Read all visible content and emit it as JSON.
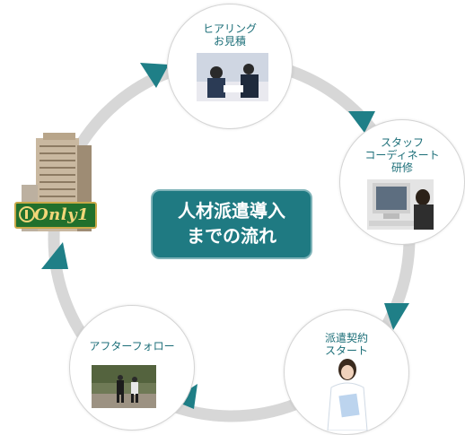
{
  "center_title": {
    "line1": "人材派遣導入",
    "line2": "までの流れ"
  },
  "logo": {
    "text": "Only1"
  },
  "steps": {
    "hearing": {
      "label": "ヒアリング\nお見積"
    },
    "coordinate": {
      "label": "スタッフ\nコーディネート\n研修"
    },
    "contract": {
      "label": "派遣契約\nスタート"
    },
    "aftercare": {
      "label": "アフターフォロー"
    }
  },
  "colors": {
    "accent": "#1f7a82",
    "label": "#1b6e78",
    "arrow": "#1f7f87",
    "track": "#d7d7d7"
  },
  "icons": [
    "arrow-head-icon",
    "building-icon",
    "only1-logo"
  ]
}
